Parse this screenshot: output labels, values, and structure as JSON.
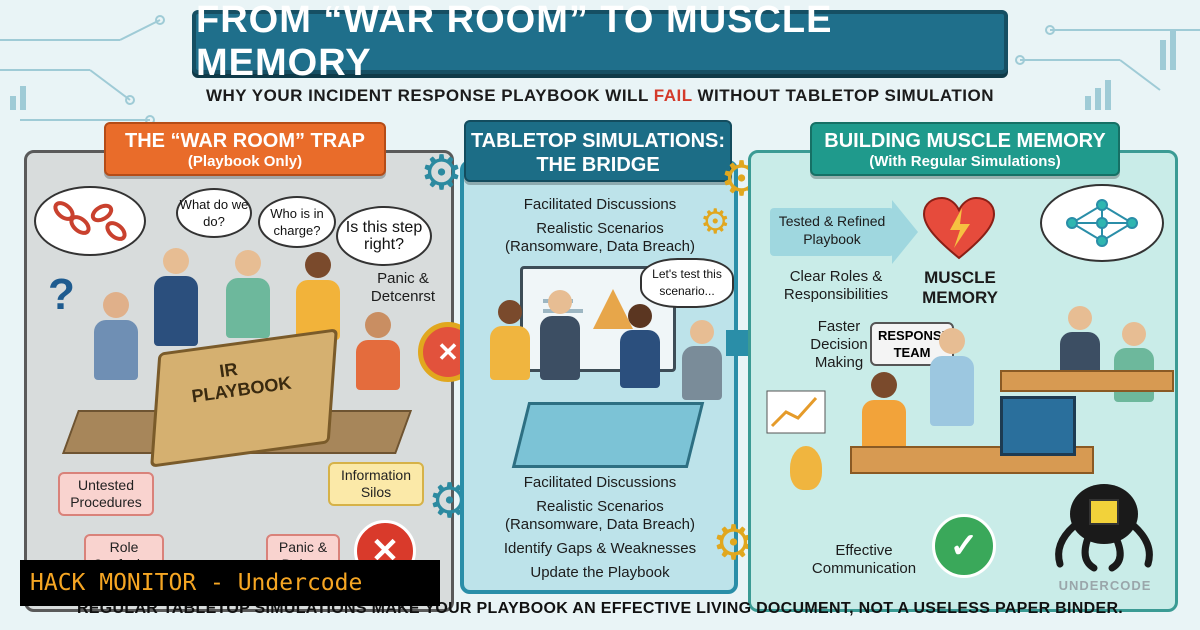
{
  "title": "FROM “WAR ROOM” TO MUSCLE MEMORY",
  "subtitle": {
    "before": "WHY YOUR INCIDENT RESPONSE PLAYBOOK WILL ",
    "accent": "FAIL",
    "after": " WITHOUT TABLETOP SIMULATION"
  },
  "left_panel": {
    "header_line1": "THE “WAR ROOM” TRAP",
    "header_line2": "(Playbook Only)",
    "bubbles": [
      "What do we do?",
      "Who is in charge?",
      "Is this step right?"
    ],
    "side_text": "Panic & Detcenrst",
    "binder_label": "IR PLAYBOOK",
    "labels": {
      "untested": "Untested Procedures",
      "role": "Role Confusion",
      "panic": "Panic & Delays",
      "silos": "Information Silos"
    }
  },
  "mid_panel": {
    "header_line1": "TABLETOP SIMULATIONS:",
    "header_line2": "THE BRIDGE",
    "top_items": [
      "Facilitated Discussions",
      "Realistic Scenarios",
      "(Ransomware, Data Breach)"
    ],
    "bubble": "Let's test this scenario...",
    "bottom_items": [
      "Facilitated Discussions",
      "Realistic Scenarios",
      "(Ransomware, Data Breach)",
      "Identify Gaps & Weaknesses",
      "Update the Playbook"
    ]
  },
  "right_panel": {
    "header_line1": "BUILDING MUSCLE MEMORY",
    "header_line2": "(With Regular Simulations)",
    "tested": "Tested & Refined Playbook",
    "clear_roles": "Clear Roles & Responsibilities",
    "muscle_memory": "MUSCLE MEMORY",
    "faster": "Faster Decision Making",
    "response_team": "RESPONSE TEAM",
    "effective": "Effective Communication"
  },
  "footer": "REGULAR TABLETOP SIMULATIONS MAKE YOUR PLAYBOOK AN EFFECTIVE LIVING DOCUMENT, NOT A USELESS PAPER BINDER.",
  "watermark": "HACK MONITOR - Undercode",
  "logo_text": "UNDERCODE",
  "colors": {
    "title_bg": "#1f6f8b",
    "left_header": "#e96c2a",
    "mid_header": "#1c6d86",
    "right_header": "#1f9a8c",
    "fail_accent": "#d43a2a",
    "watermark_text": "#f6a623"
  },
  "icons": [
    "chain-icon",
    "question-mark-icon",
    "gear-icon",
    "x-circle-icon",
    "heart-bolt-icon",
    "network-brain-icon",
    "check-circle-icon",
    "chart-icon",
    "octopus-logo-icon"
  ]
}
